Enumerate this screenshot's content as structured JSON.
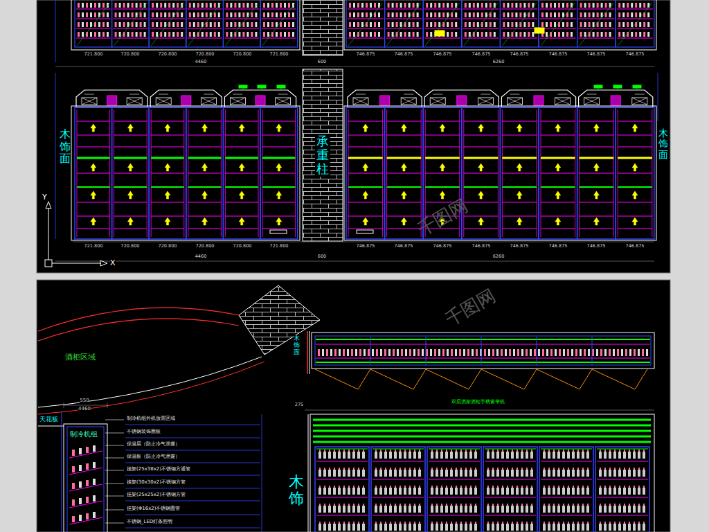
{
  "diagram": {
    "nodes": [
      {
        "text": [
          "承重柱"
        ]
      },
      {
        "text": [
          "酒柜区域"
        ]
      },
      {
        "text": [
          "制冷机组"
        ]
      }
    ],
    "labels": [
      "721.800",
      "720.800",
      "720.800",
      "720.800",
      "720.800",
      "721.800",
      "746.875",
      "746.875",
      "746.875",
      "746.875",
      "746.875",
      "746.875",
      "746.875",
      "746.875",
      "4460",
      "600",
      "6260",
      "木饰面",
      "木饰面",
      "721.800",
      "720.800",
      "720.800",
      "720.800",
      "720.800",
      "721.800",
      "746.875",
      "746.875",
      "746.875",
      "746.875",
      "746.875",
      "746.875",
      "746.875",
      "746.875",
      "4460",
      "600",
      "6260",
      "Y",
      "X",
      "木饰面",
      "550",
      "4460",
      "天花板",
      "制冷机组外机放置区域",
      "不锈钢装饰面板",
      "保温层（防止冷气泄露）",
      "保温板（防止冷气泄露）",
      "挂架(25x38x2)不锈钢方通管",
      "挂架(30x30x2)不锈钢方管",
      "挂架(25x25x2)不锈钢方管",
      "挂架(Φ16x2)不锈钢圆管",
      "不锈钢_LED灯条照明",
      "双层酒架酒柜手柄窗帘机",
      "275",
      "木饰",
      "千图网",
      "千图网"
    ]
  }
}
